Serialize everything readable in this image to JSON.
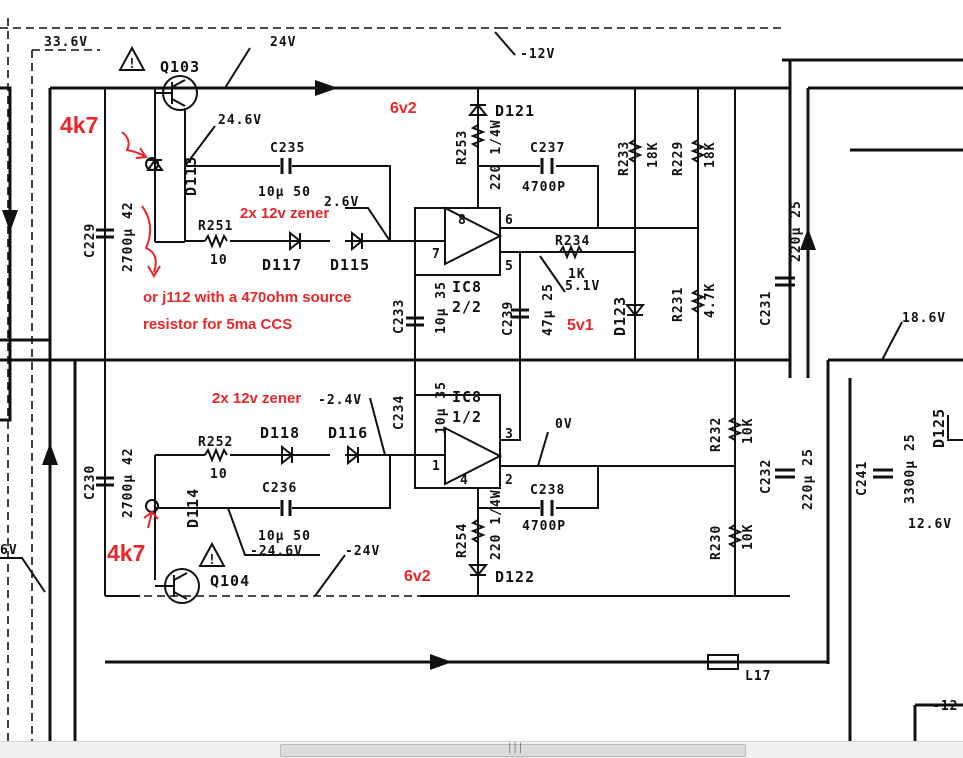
{
  "labels": {
    "v_33_6": "33.6V",
    "v_24": "24V",
    "v_m12_top": "-12V",
    "q103": "Q103",
    "v_24_6": "24.6V",
    "d113": "D113",
    "c235": "C235",
    "c235_val": "10µ 50",
    "d121": "D121",
    "r253": "R253",
    "r253_val": "220 1/4W",
    "c237": "C237",
    "c237_val": "4700P",
    "r233": "R233",
    "r233_val": "18K",
    "r229": "R229",
    "r229_val": "18K",
    "c229": "C229",
    "c229_val": "2700µ 42",
    "v_2_6": "2.6V",
    "r251": "R251",
    "r251_val": "10",
    "d117": "D117",
    "d115": "D115",
    "pin8": "8",
    "pin6": "6",
    "pin7": "7",
    "pin5": "5",
    "r234": "R234",
    "r234_val": "1K",
    "v_5_1": "5.1V",
    "ic8a": "IC8",
    "ic8a_sub": "2/2",
    "d123": "D123",
    "r231": "R231",
    "r231_val": "4.7K",
    "c231": "C231",
    "c231_val": "220µ 25",
    "c233": "C233",
    "c233_val": "10µ 35",
    "c239": "C239",
    "c239_val": "47µ 25",
    "v_18_6": "18.6V",
    "v_m2_4": "-2.4V",
    "c234": "C234",
    "c234_val": "10µ 35",
    "ic8b": "IC8",
    "ic8b_sub": "1/2",
    "v_0": "0V",
    "pin3": "3",
    "pin1": "1",
    "pin4": "4",
    "pin2": "2",
    "r232": "R232",
    "r232_val": "10K",
    "c232": "C232",
    "c232_val": "220µ 25",
    "c241": "C241",
    "c241_val": "3300µ 25",
    "d125": "D125",
    "v_12_6": "12.6V",
    "c230": "C230",
    "c230_val": "2700µ 42",
    "r252": "R252",
    "r252_val": "10",
    "d118": "D118",
    "d116": "D116",
    "c236": "C236",
    "c236_val": "10µ 50",
    "d114": "D114",
    "c238": "C238",
    "c238_val": "4700P",
    "r254": "R254",
    "r254_val": "220 1/4W",
    "r230": "R230",
    "r230_val": "10K",
    "v_m24_6": "-24.6V",
    "v_m24": "-24V",
    "q104": "Q104",
    "d122": "D122",
    "l17": "L17",
    "v_6_left": "6V",
    "v_m12_bottom": "-12"
  },
  "annotations": {
    "a_4k7_top": "4k7",
    "a_6v2_top": "6v2",
    "a_zener_top": "2x 12v zener",
    "a_j112_line1": "or j112 with a 470ohm source",
    "a_j112_line2": "resistor for 5ma CCS",
    "a_5v1": "5v1",
    "a_zener_bottom": "2x 12v zener",
    "a_4k7_bottom": "4k7",
    "a_6v2_bottom": "6v2"
  },
  "colors": {
    "annotation": "#e8262a",
    "ink": "#111111",
    "paper": "#ffffff"
  }
}
